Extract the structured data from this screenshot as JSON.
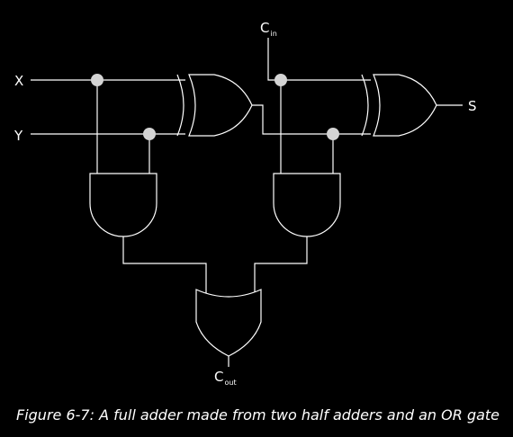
{
  "labels": {
    "x": "X",
    "y": "Y",
    "s": "S",
    "cin_main": "C",
    "cin_sub": "in",
    "cout_main": "C",
    "cout_sub": "out"
  },
  "caption": "Figure 6-7: A full adder made from two half adders and an OR gate",
  "colors": {
    "background": "#000000",
    "line": "#ffffff",
    "node": "#d4d4d4"
  }
}
